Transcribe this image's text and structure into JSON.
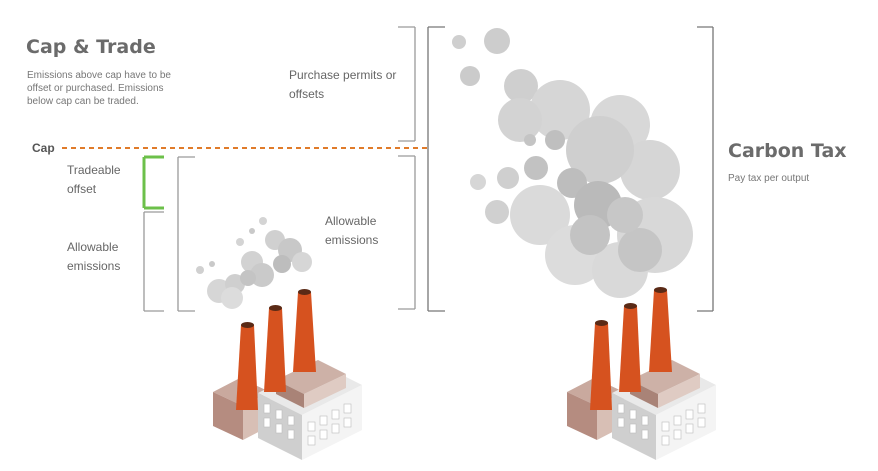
{
  "cap_trade": {
    "title": "Cap & Trade",
    "description": "Emissions above cap have to be offset or purchased. Emissions below cap can be traded.",
    "cap_label": "Cap",
    "tradeable_label": "Tradeable offset",
    "allowable_label": "Allowable emissions"
  },
  "carbon_tax": {
    "title": "Carbon Tax",
    "description": "Pay tax per output",
    "purchase_label": "Purchase permits or offsets",
    "allowable_label": "Allowable emissions"
  },
  "colors": {
    "cap_line": "#e07b2a",
    "tradeable_bracket": "#6cc04a",
    "bracket": "#888888",
    "chimney": "#d6521f",
    "smoke": "#c8c8c8"
  }
}
